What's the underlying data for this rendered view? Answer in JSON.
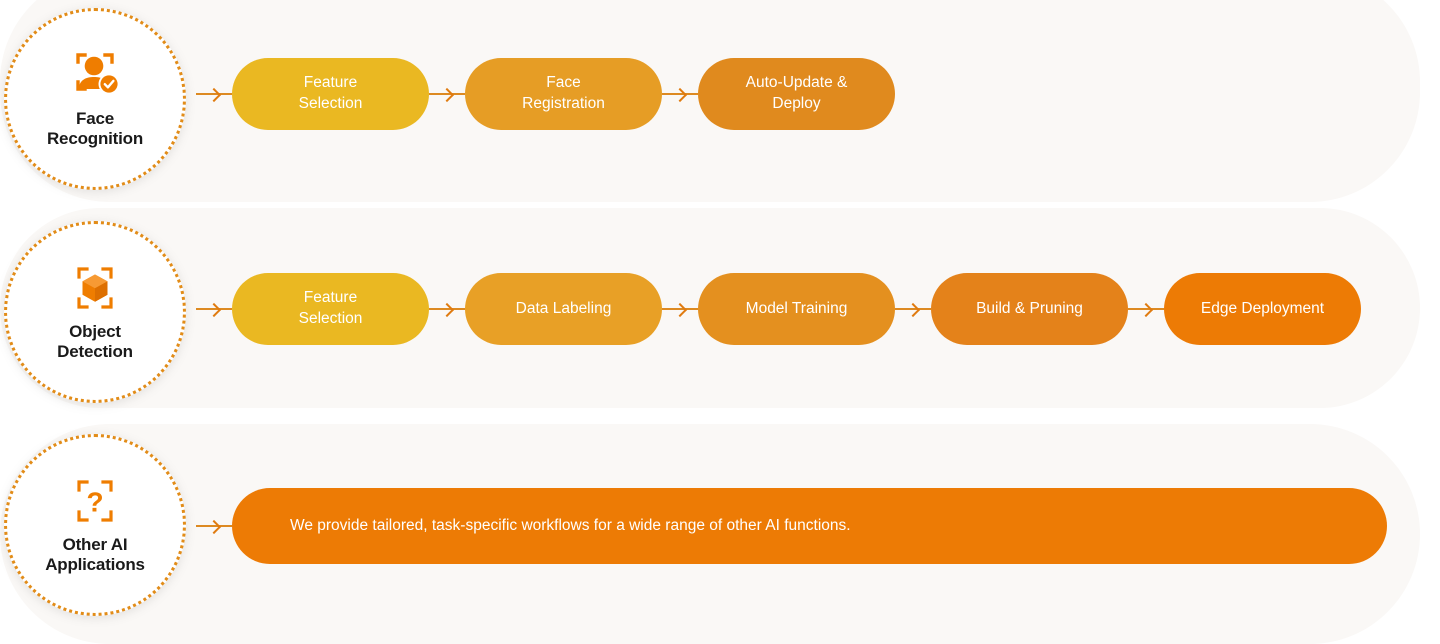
{
  "theme": {
    "page_bg": "#ffffff",
    "panel_bg": "#faf8f6",
    "badge_border": "#e28c18",
    "badge_bg": "#ffffff",
    "label_color": "#1a1a1a",
    "arrow_color": "#dd8a22",
    "pill_text": "#ffffff",
    "ramp": [
      "#eab822",
      "#e69d25",
      "#e08a1e",
      "#e1811a",
      "#ed7b05"
    ]
  },
  "rows": [
    {
      "id": "face-recognition",
      "icon": "face-recognition-icon",
      "label": "Face\nRecognition",
      "type": "steps",
      "steps": [
        {
          "label": "Feature\nSelection",
          "color": "#eab822"
        },
        {
          "label": "Face\nRegistration",
          "color": "#e69d25"
        },
        {
          "label": "Auto-Update &\nDeploy",
          "color": "#e08a1e"
        }
      ]
    },
    {
      "id": "object-detection",
      "icon": "cube-detection-icon",
      "label": "Object\nDetection",
      "type": "steps",
      "steps": [
        {
          "label": "Feature\nSelection",
          "color": "#eab822"
        },
        {
          "label": "Data Labeling",
          "color": "#e8a026"
        },
        {
          "label": "Model Training",
          "color": "#e4901f"
        },
        {
          "label": "Build & Pruning",
          "color": "#e4821a"
        },
        {
          "label": "Edge Deployment",
          "color": "#ed7b05"
        }
      ]
    },
    {
      "id": "other-ai-applications",
      "icon": "question-mark-detection-icon",
      "label": "Other AI\nApplications",
      "type": "banner",
      "banner": {
        "text": "We provide tailored, task-specific workflows for a wide range of other AI functions.",
        "color": "#ed7b05"
      }
    }
  ]
}
